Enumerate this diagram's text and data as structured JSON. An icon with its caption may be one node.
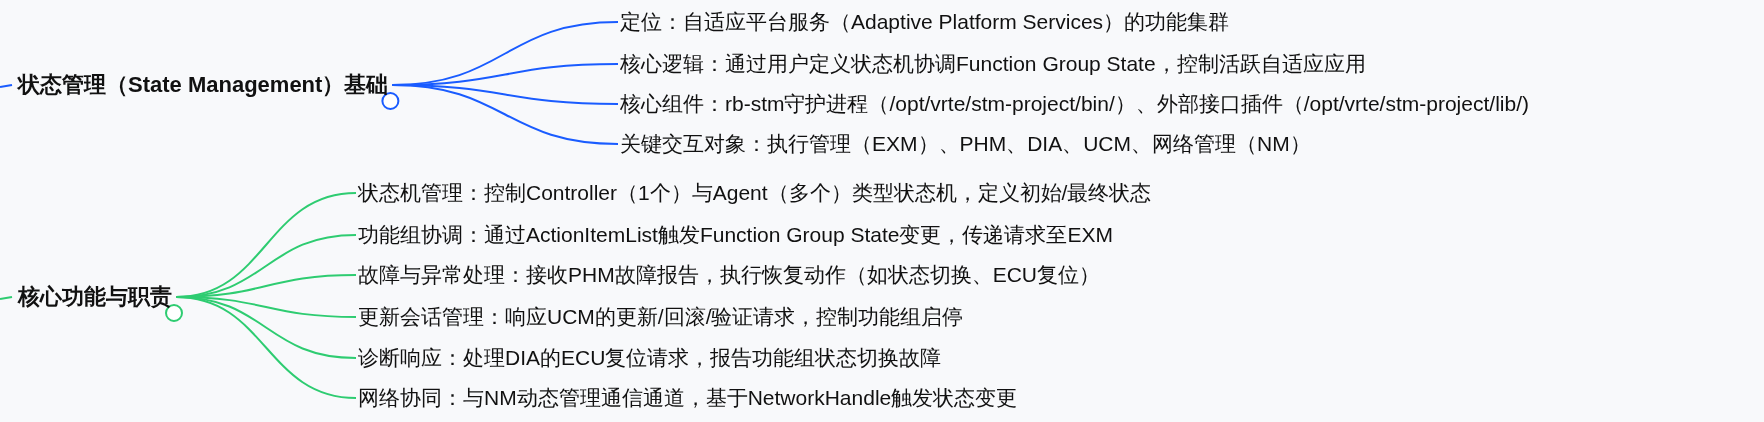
{
  "diagram": {
    "nodes": [
      {
        "text": [
          "状态管理（State Management）基础"
        ]
      },
      {
        "text": [
          "定位：自适应平台服务（Adaptive Platform Services）的功能集群"
        ]
      },
      {
        "text": [
          "核心逻辑：通过用户定义状态机协调Function Group State，控制活跃自适应应用"
        ]
      },
      {
        "text": [
          "核心组件：rb-stm守护进程（/opt/vrte/stm-project/bin/）、外部接口插件（/opt/vrte/stm-project/lib/)"
        ]
      },
      {
        "text": [
          "关键交互对象：执行管理（EXM）、PHM、DIA、UCM、网络管理（NM）"
        ]
      },
      {
        "text": [
          "核心功能与职责"
        ]
      },
      {
        "text": [
          "状态机管理：控制Controller（1个）与Agent（多个）类型状态机，定义初始/最终状态"
        ]
      },
      {
        "text": [
          "功能组协调：通过ActionItemList触发Function Group State变更，传递请求至EXM"
        ]
      },
      {
        "text": [
          "故障与异常处理：接收PHM故障报告，执行恢复动作（如状态切换、ECU复位）"
        ]
      },
      {
        "text": [
          "更新会话管理：响应UCM的更新/回滚/验证请求，控制功能组启停"
        ]
      },
      {
        "text": [
          "诊断响应：处理DIA的ECU复位请求，报告功能组状态切换故障"
        ]
      },
      {
        "text": [
          "网络协同：与NM动态管理通信通道，基于NetworkHandle触发状态变更"
        ]
      }
    ],
    "edges": [
      {
        "from": null,
        "to": 0,
        "arrow": "none",
        "color": "#1a5cff"
      },
      {
        "from": 0,
        "to": 1,
        "arrow": "none",
        "color": "#1a5cff"
      },
      {
        "from": 0,
        "to": 2,
        "arrow": "none",
        "color": "#1a5cff"
      },
      {
        "from": 0,
        "to": 3,
        "arrow": "none",
        "color": "#1a5cff"
      },
      {
        "from": 0,
        "to": 4,
        "arrow": "none",
        "color": "#1a5cff"
      },
      {
        "from": null,
        "to": 5,
        "arrow": "none",
        "color": "#2ecc71"
      },
      {
        "from": 5,
        "to": 6,
        "arrow": "none",
        "color": "#2ecc71"
      },
      {
        "from": 5,
        "to": 7,
        "arrow": "none",
        "color": "#2ecc71"
      },
      {
        "from": 5,
        "to": 8,
        "arrow": "none",
        "color": "#2ecc71"
      },
      {
        "from": 5,
        "to": 9,
        "arrow": "none",
        "color": "#2ecc71"
      },
      {
        "from": 5,
        "to": 10,
        "arrow": "none",
        "color": "#2ecc71"
      },
      {
        "from": 5,
        "to": 11,
        "arrow": "none",
        "color": "#2ecc71"
      }
    ]
  }
}
